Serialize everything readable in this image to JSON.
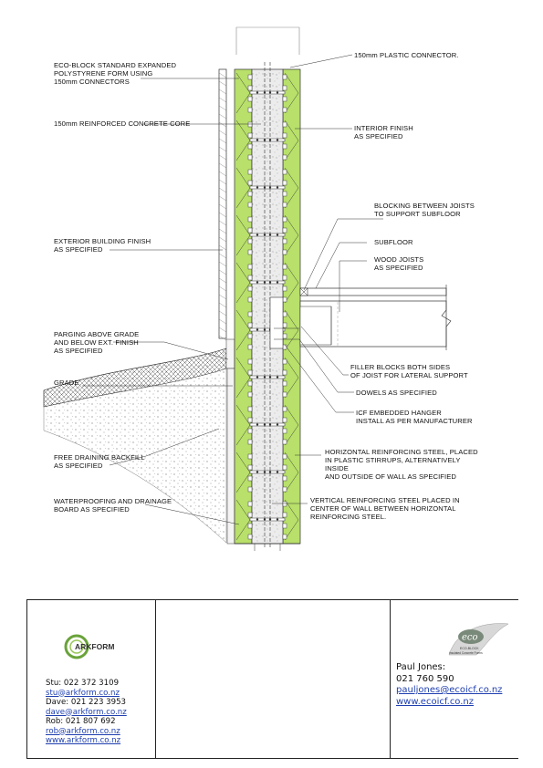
{
  "labels": {
    "eco_block_form": [
      "ECO-BLOCK STANDARD EXPANDED",
      "POLYSTYRENE FORM USING",
      "150mm CONNECTORS"
    ],
    "concrete_core": [
      "150mm REINFORCED CONCRETE CORE"
    ],
    "exterior_finish": [
      "EXTERIOR BUILDING FINISH",
      "AS SPECIFIED"
    ],
    "parging": [
      "PARGING ABOVE GRADE",
      "AND BELOW EXT. FINISH",
      "AS SPECIFIED"
    ],
    "grade": [
      "GRADE"
    ],
    "backfill": [
      "FREE DRAINING BACKFILL",
      "AS SPECIFIED"
    ],
    "waterproofing": [
      "WATERPROOFING AND DRAINAGE",
      "BOARD AS SPECIFIED"
    ],
    "plastic_connector": [
      "150mm PLASTIC CONNECTOR."
    ],
    "interior_finish": [
      "INTERIOR FINISH",
      "AS SPECIFIED"
    ],
    "blocking": [
      "BLOCKING BETWEEN JOISTS",
      "TO SUPPORT SUBFLOOR"
    ],
    "subfloor": [
      "SUBFLOOR"
    ],
    "wood_joists": [
      "WOOD JOISTS",
      "AS SPECIFIED"
    ],
    "filler_blocks": [
      "FILLER BLOCKS BOTH SIDES",
      "OF JOIST FOR LATERAL SUPPORT"
    ],
    "dowels": [
      "DOWELS AS SPECIFIED"
    ],
    "hanger": [
      "ICF EMBEDDED HANGER",
      "INSTALL AS PER MANUFACTURER"
    ],
    "horizontal_steel": [
      "HORIZONTAL REINFORCING STEEL, PLACED",
      "IN PLASTIC STIRRUPS, ALTERNATIVELY",
      "INSIDE",
      "AND OUTSIDE OF WALL AS SPECIFIED"
    ],
    "vertical_steel": [
      "VERTICAL REINFORCING STEEL PLACED IN",
      "CENTER OF WALL BETWEEN HORIZONTAL",
      "REINFORCING STEEL."
    ]
  },
  "title_block": {
    "arkform_logo_text": "ARKFORM",
    "contacts": [
      {
        "text": "Stu:  022  372  3109",
        "link": false
      },
      {
        "text": "stu@arkform.co.nz",
        "link": true
      },
      {
        "text": "Dave:  021  223  3953",
        "link": false
      },
      {
        "text": "dave@arkform.co.nz",
        "link": true
      },
      {
        "text": "Rob:  021  807  692",
        "link": false
      },
      {
        "text": "rob@arkform.co.nz",
        "link": true
      },
      {
        "text": "www.arkform.co.nz",
        "link": true
      }
    ],
    "eco_logo_text": "eco",
    "eco_logo_sub1": "ECO-BLOCK",
    "eco_logo_sub2": "Insulated Concrete Forms",
    "contacts2": [
      {
        "text": "Paul  Jones:",
        "link": false
      },
      {
        "text": "021  760  590",
        "link": false
      },
      {
        "text": "pauljones@ecoicf.co.nz",
        "link": true
      },
      {
        "text": "www.ecoicf.co.nz",
        "link": true
      }
    ]
  },
  "colors": {
    "foam": "#b8e06a",
    "concrete": "#ececec",
    "line": "#222222",
    "link": "#1f3fb0",
    "arkform_green": "#6aa33a"
  }
}
